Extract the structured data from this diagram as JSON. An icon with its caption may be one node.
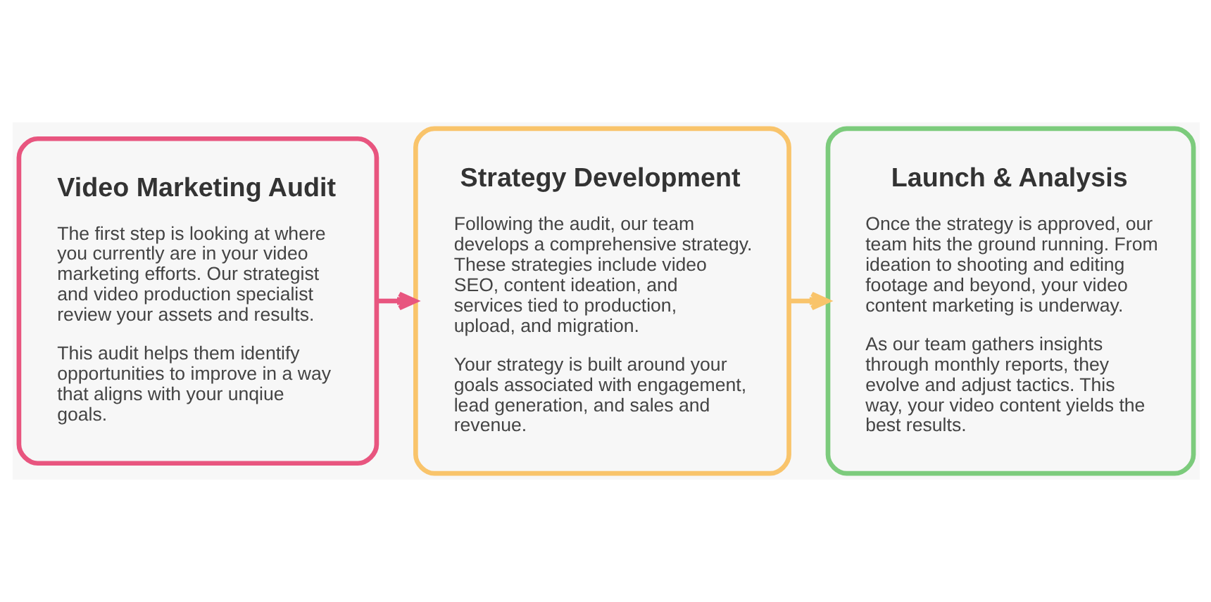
{
  "diagram": {
    "nodes": [
      {
        "text": [
          "Video Marketing Audit",
          "The first step is looking at where you currently are in your video marketing efforts. Our strategist and video production specialist review your assets and results.",
          "This audit helps them identify opportunities to improve in a way that aligns with your unqiue goals."
        ]
      },
      {
        "text": [
          "Strategy Development",
          "Following the audit, our team develops a comprehensive strategy. These strategies include video SEO, content ideation, and services tied to production, upload, and migration.",
          "Your strategy is built around your goals associated with engagement, lead generation, and sales and revenue."
        ]
      },
      {
        "text": [
          "Launch & Analysis",
          "Once the strategy is approved, our team hits the ground running. From ideation to shooting and editing footage and beyond, your video content marketing is underway.",
          "As our team gathers insights through monthly reports, they evolve and adjust tactics. This way, your video content yields the best results."
        ]
      }
    ],
    "edges": [
      {
        "from": 0,
        "to": 1,
        "arrow": "to",
        "color": "#e8557f"
      },
      {
        "from": 1,
        "to": 2,
        "arrow": "to",
        "color": "#f9c46b"
      }
    ]
  }
}
